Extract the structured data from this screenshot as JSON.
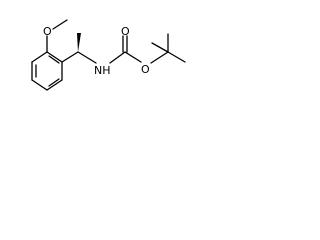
{
  "atoms": {
    "methoxy_oxygen": "O",
    "amine_nitrogen": "NH",
    "carbonyl_oxygen": "O",
    "ester_oxygen": "O"
  },
  "colors": {
    "bond": "#000000",
    "background": "#ffffff"
  }
}
